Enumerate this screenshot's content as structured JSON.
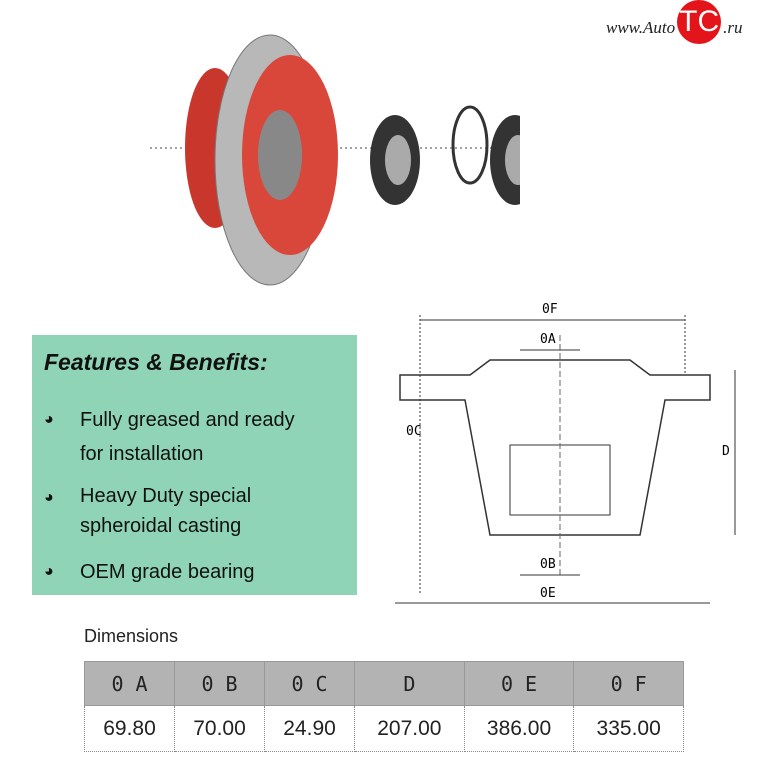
{
  "logo": {
    "www": "www.Auto",
    "tc": "TC",
    "ru": ".ru"
  },
  "features": {
    "title": "Features & Benefits:",
    "items": [
      {
        "lines": [
          "Fully greased and ready",
          "for installation"
        ]
      },
      {
        "lines": [
          "Heavy Duty special",
          "spheroidal casting"
        ]
      },
      {
        "lines": [
          "OEM grade bearing"
        ]
      }
    ]
  },
  "diagram": {
    "labels": {
      "A": "0A",
      "B": "0B",
      "C": "0C",
      "D": "D",
      "E": "0E",
      "F": "0F"
    }
  },
  "dimensions": {
    "title": "Dimensions",
    "headers": [
      "0 A",
      "0 B",
      "0 C",
      "D",
      "0 E",
      "0 F"
    ],
    "values": [
      "69.80",
      "70.00",
      "24.90",
      "207.00",
      "386.00",
      "335.00"
    ]
  },
  "colors": {
    "accent": "#e3151a",
    "panel": "#8fd4b6",
    "hub": "#d9473a"
  }
}
